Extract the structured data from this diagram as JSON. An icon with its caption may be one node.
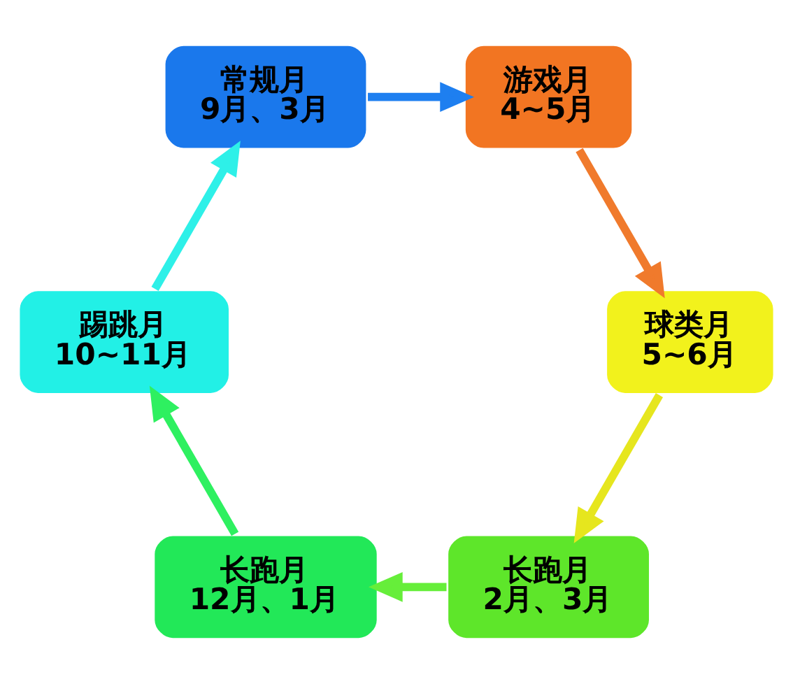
{
  "diagram": {
    "nodes": [
      {
        "text": [
          "常规月",
          "9月、3月"
        ]
      },
      {
        "text": [
          "游戏月",
          "4~5月"
        ]
      },
      {
        "text": [
          "球类月",
          "5~6月"
        ]
      },
      {
        "text": [
          "长跑月",
          "2月、3月"
        ]
      },
      {
        "text": [
          "长跑月",
          "12月、1月"
        ]
      },
      {
        "text": [
          "踢跳月",
          "10~11月"
        ]
      }
    ],
    "edges": [
      {
        "from": 0,
        "to": 1,
        "arrow": "to",
        "color": "#1e7ff0"
      },
      {
        "from": 1,
        "to": 2,
        "arrow": "to",
        "color": "#f07a2c"
      },
      {
        "from": 2,
        "to": 3,
        "arrow": "to",
        "color": "#e6e61e"
      },
      {
        "from": 3,
        "to": 4,
        "arrow": "to",
        "color": "#66ee3a"
      },
      {
        "from": 4,
        "to": 5,
        "arrow": "to",
        "color": "#2ef060"
      },
      {
        "from": 5,
        "to": 0,
        "arrow": "to",
        "color": "#2ef0e8"
      }
    ]
  }
}
